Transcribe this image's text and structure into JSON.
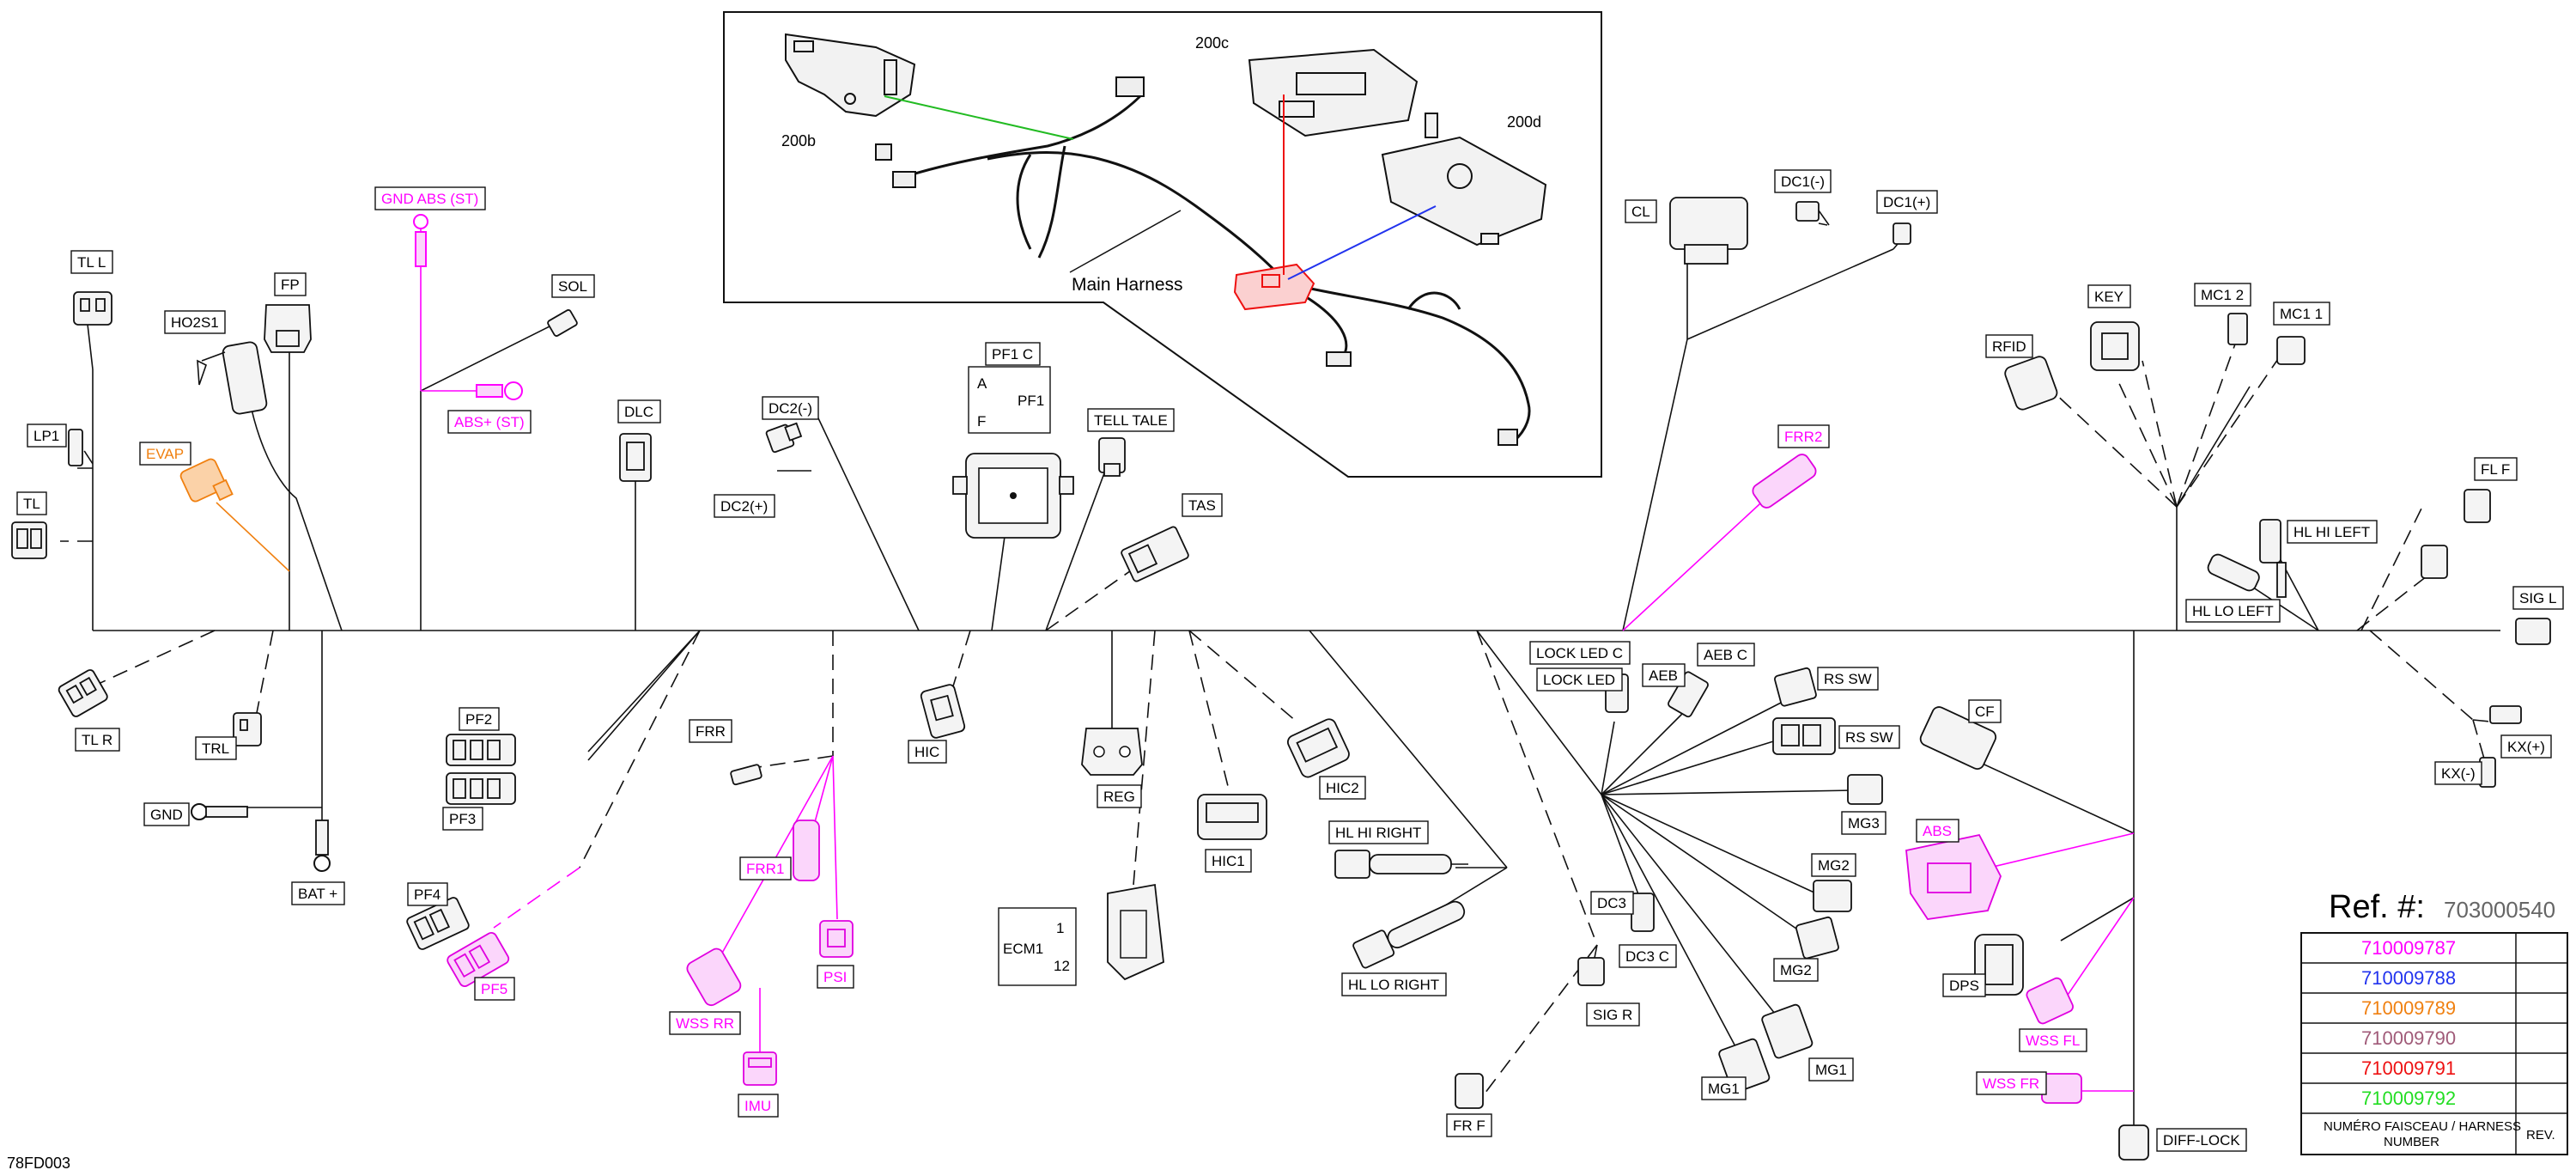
{
  "colors": {
    "harness_black": "#111111",
    "p710009787": "#ff00ff",
    "p710009788": "#2233ee",
    "p710009789": "#f08010",
    "p710009790": "#a05a78",
    "p710009791": "#ee1111",
    "p710009792": "#22dd22"
  },
  "inset": {
    "labels": {
      "l200b": "200b",
      "l200c": "200c",
      "l200d": "200d",
      "main": "Main Harness"
    }
  },
  "connectors": {
    "tl_l": "TL  L",
    "lp1": "LP1",
    "tl": "TL",
    "tl_r": "TL  R",
    "ho2s1": "HO2S1",
    "fp": "FP",
    "evap": "EVAP",
    "gnd_abs_st": "GND  ABS (ST)",
    "abs_plus_st": "ABS+ (ST)",
    "sol": "SOL",
    "trl": "TRL",
    "gnd": "GND",
    "bat_plus": "BAT +",
    "dlc": "DLC",
    "dc2_minus": "DC2(-)",
    "dc2_plus": "DC2(+)",
    "pf1_c": "PF1  C",
    "pf1": "PF1",
    "pf1_a": "A",
    "pf1_f": "F",
    "tell_tale": "TELL TALE",
    "tas": "TAS",
    "pf2": "PF2",
    "pf3": "PF3",
    "pf4": "PF4",
    "pf5": "PF5",
    "frr": "FRR",
    "frr1": "FRR1",
    "wss_rr": "WSS RR",
    "psi": "PSI",
    "imu": "IMU",
    "hic": "HIC",
    "reg": "REG",
    "hic1": "HIC1",
    "hic2": "HIC2",
    "ecm1": "ECM1",
    "ecm1_1": "1",
    "ecm1_12": "12",
    "hl_hi_right": "HL HI RIGHT",
    "hl_lo_right": "HL LO RIGHT",
    "fr_f": "FR  F",
    "sig_r": "SIG  R",
    "lock_led_c": "LOCK LED  C",
    "lock_led": "LOCK LED",
    "aeb": "AEB",
    "aeb_c": "AEB  C",
    "rs_sw_1": "RS  SW",
    "rs_sw_2": "RS  SW",
    "mg3": "MG3",
    "mg2_1": "MG2",
    "mg2_2": "MG2",
    "mg1_1": "MG1",
    "mg1_2": "MG1",
    "dc3": "DC3",
    "dc3_c": "DC3  C",
    "cl": "CL",
    "dc1_minus": "DC1(-)",
    "dc1_plus": "DC1(+)",
    "frr2": "FRR2",
    "cf": "CF",
    "abs": "ABS",
    "dps": "DPS",
    "wss_fl": "WSS FL",
    "wss_fr": "WSS FR",
    "diff_lock": "DIFF-LOCK",
    "rfid": "RFID",
    "key": "KEY",
    "mc1_2": "MC1  2",
    "mc1_1": "MC1  1",
    "hl_hi_left": "HL HI LEFT",
    "hl_lo_left": "HL LO LEFT",
    "fl_f": "FL  F",
    "sig_l": "SIG  L",
    "kx_minus": "KX(-)",
    "kx_plus": "KX(+)"
  },
  "ref": {
    "label": "Ref. #:",
    "number": "703000540"
  },
  "part_table": {
    "rows": [
      {
        "number": "710009787",
        "color": "#ff00ff"
      },
      {
        "number": "710009788",
        "color": "#2233ee"
      },
      {
        "number": "710009789",
        "color": "#f08010"
      },
      {
        "number": "710009790",
        "color": "#a05a78"
      },
      {
        "number": "710009791",
        "color": "#ee1111"
      },
      {
        "number": "710009792",
        "color": "#22dd22"
      }
    ],
    "footer_line1": "NUMÉRO FAISCEAU / HARNESS",
    "footer_line2": "NUMBER",
    "rev": "REV."
  },
  "drawing_code": "78FD003"
}
